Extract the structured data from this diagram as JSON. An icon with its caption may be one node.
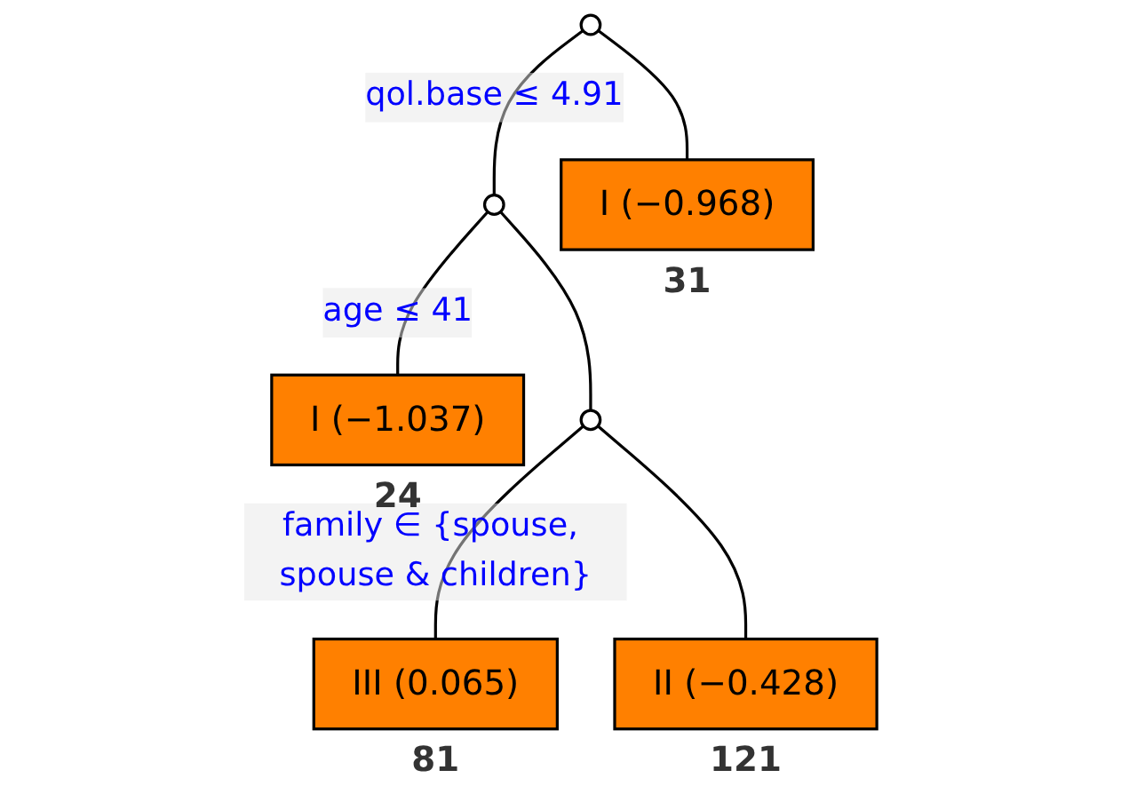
{
  "diagram": {
    "nodes": [
      {
        "text": [],
        "shape": "circle"
      },
      {
        "text": [],
        "shape": "circle"
      },
      {
        "text": [
          "I (−0.968)"
        ],
        "beside": [
          "31"
        ]
      },
      {
        "text": [
          "I (−1.037)"
        ],
        "beside": [
          "24"
        ]
      },
      {
        "text": [],
        "shape": "circle"
      },
      {
        "text": [
          "III (0.065)"
        ],
        "beside": [
          "81"
        ]
      },
      {
        "text": [
          "II (−0.428)"
        ],
        "beside": [
          "121"
        ]
      }
    ],
    "edges": [
      {
        "from": 0,
        "to": 1,
        "arrow": "none",
        "label": "qol.base ≤ 4.91"
      },
      {
        "from": 0,
        "to": 2,
        "arrow": "none"
      },
      {
        "from": 1,
        "to": 3,
        "arrow": "none",
        "label": "age ≤ 41"
      },
      {
        "from": 1,
        "to": 4,
        "arrow": "none"
      },
      {
        "from": 4,
        "to": 5,
        "arrow": "none",
        "label": "family ∈ {spouse, spouse & children}"
      },
      {
        "from": 4,
        "to": 6,
        "arrow": "none"
      }
    ]
  }
}
